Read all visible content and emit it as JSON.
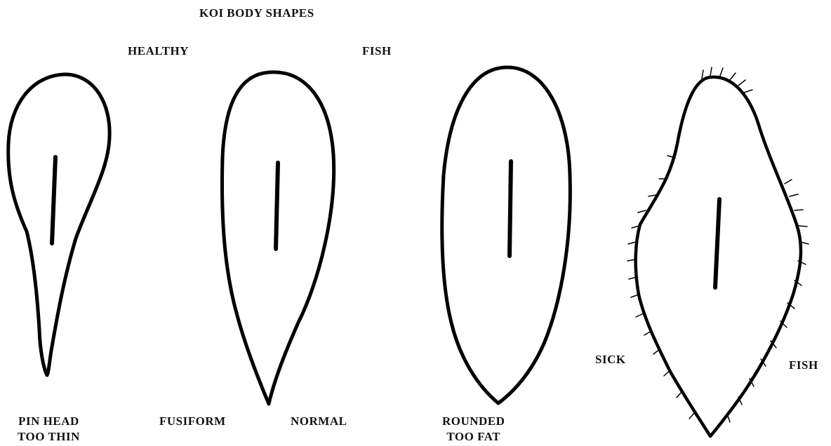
{
  "title": "KOI BODY SHAPES",
  "group_labels": {
    "left": "HEALTHY",
    "right": "FISH"
  },
  "shapes": [
    {
      "id": "pin-head",
      "line1": "PIN HEAD",
      "line2": "TOO THIN"
    },
    {
      "id": "fusiform",
      "left_label": "FUSIFORM",
      "right_label": "NORMAL"
    },
    {
      "id": "rounded",
      "line1": "ROUNDED",
      "line2": "TOO FAT"
    },
    {
      "id": "sick",
      "left_label": "SICK",
      "right_label": "FISH"
    }
  ],
  "colors": {
    "ink": "#000000",
    "background": "#ffffff"
  }
}
